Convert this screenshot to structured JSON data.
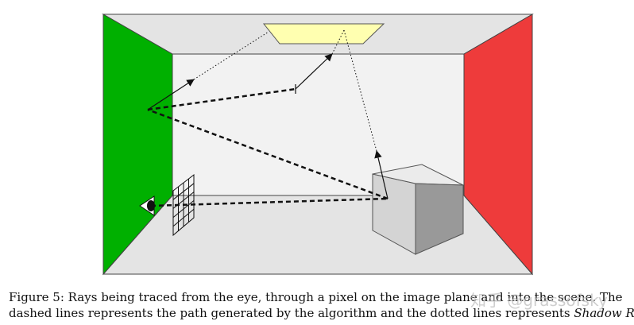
{
  "figure": {
    "caption_prefix": "Figure 5:",
    "caption_line1": "Rays being traced from the eye, through a pixel on the image plane and into the scene. The",
    "caption_line2_a": "dashed lines represents the path generated by the algorithm and the dotted lines represents ",
    "caption_line2_italic": "Shadow Rays",
    "caption_line2_end": ".",
    "watermark": "知乎 @grassofsky",
    "colors": {
      "left_wall": "#00b000",
      "right_wall": "#ee3b3b",
      "light": "#ffffb0",
      "back_wall": "#f2f2f2",
      "ceiling_floor": "#e4e4e4",
      "cube_front": "#d4d4d4",
      "cube_top": "#ebebeb",
      "cube_side": "#999999"
    }
  }
}
